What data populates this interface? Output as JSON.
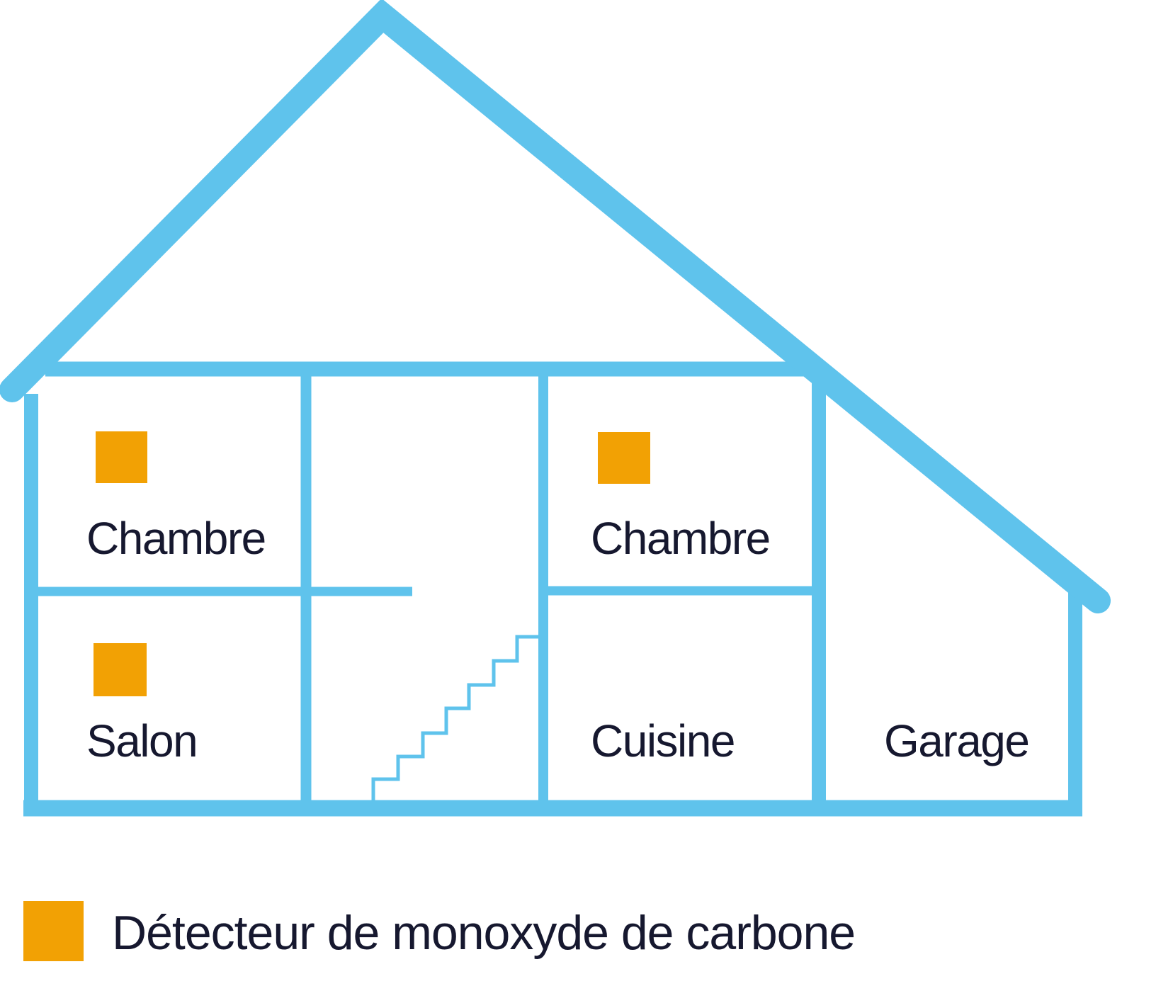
{
  "diagram": {
    "subject": "house-cross-section",
    "rooms": [
      {
        "id": "upper-left",
        "label": "Chambre",
        "floor": "upper",
        "has_detector": true
      },
      {
        "id": "upper-right",
        "label": "Chambre",
        "floor": "upper",
        "has_detector": true
      },
      {
        "id": "lower-left",
        "label": "Salon",
        "floor": "lower",
        "has_detector": true
      },
      {
        "id": "lower-middle",
        "label": "Cuisine",
        "floor": "lower",
        "has_detector": false
      },
      {
        "id": "lower-right",
        "label": "Garage",
        "floor": "lower",
        "has_detector": false
      }
    ]
  },
  "labels": {
    "upper_left_room": "Chambre",
    "upper_right_room": "Chambre",
    "lower_left_room": "Salon",
    "lower_middle_room": "Cuisine",
    "lower_right_room": "Garage"
  },
  "legend": {
    "swatch_icon": "detector-square-icon",
    "label": "Détecteur de monoxyde de carbone"
  },
  "colors": {
    "outline_blue": "#5fc3ec",
    "detector_orange": "#f2a104",
    "text_dark": "#16182f",
    "background": "#ffffff"
  }
}
